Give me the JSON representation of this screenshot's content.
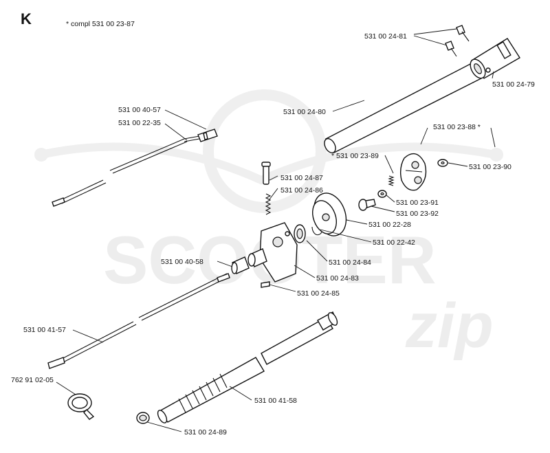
{
  "diagram": {
    "section_letter": "K",
    "compl_note": "*  compl 531 00 23-87",
    "watermark": {
      "text": "SCOOTER",
      "script": "zip",
      "color": "#ededed"
    },
    "parts": {
      "p2481": "531 00 24-81",
      "p2479": "531 00 24-79",
      "p2480": "531 00 24-80",
      "p4057": "531 00 40-57",
      "p2235": "531 00 22-35",
      "p2388": "531 00 23-88  *",
      "p2389": "*  531 00 23-89",
      "p2390": "531 00 23-90",
      "p2487": "531 00 24-87",
      "p2486": "531 00 24-86",
      "p2391": "531 00 23-91",
      "p2392": "531 00 23-92",
      "p2228": "531 00 22-28",
      "p2242": "531 00 22-42",
      "p4058": "531 00 40-58",
      "p2484": "531 00 24-84",
      "p2483": "531 00 24-83",
      "p2485": "531 00 24-85",
      "p4157": "531 00 41-57",
      "p9102": "762 91 02-05",
      "p4158": "531 00 41-58",
      "p2489": "531 00 24-89"
    }
  }
}
